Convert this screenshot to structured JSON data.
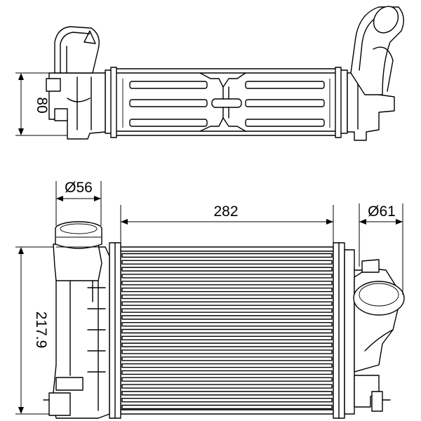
{
  "dimensions": {
    "top_view_height": "80",
    "inlet_diameter": "Ø56",
    "core_width": "282",
    "outlet_diameter": "Ø61",
    "front_view_height": "217.9"
  },
  "tubes": {
    "count": 23
  }
}
